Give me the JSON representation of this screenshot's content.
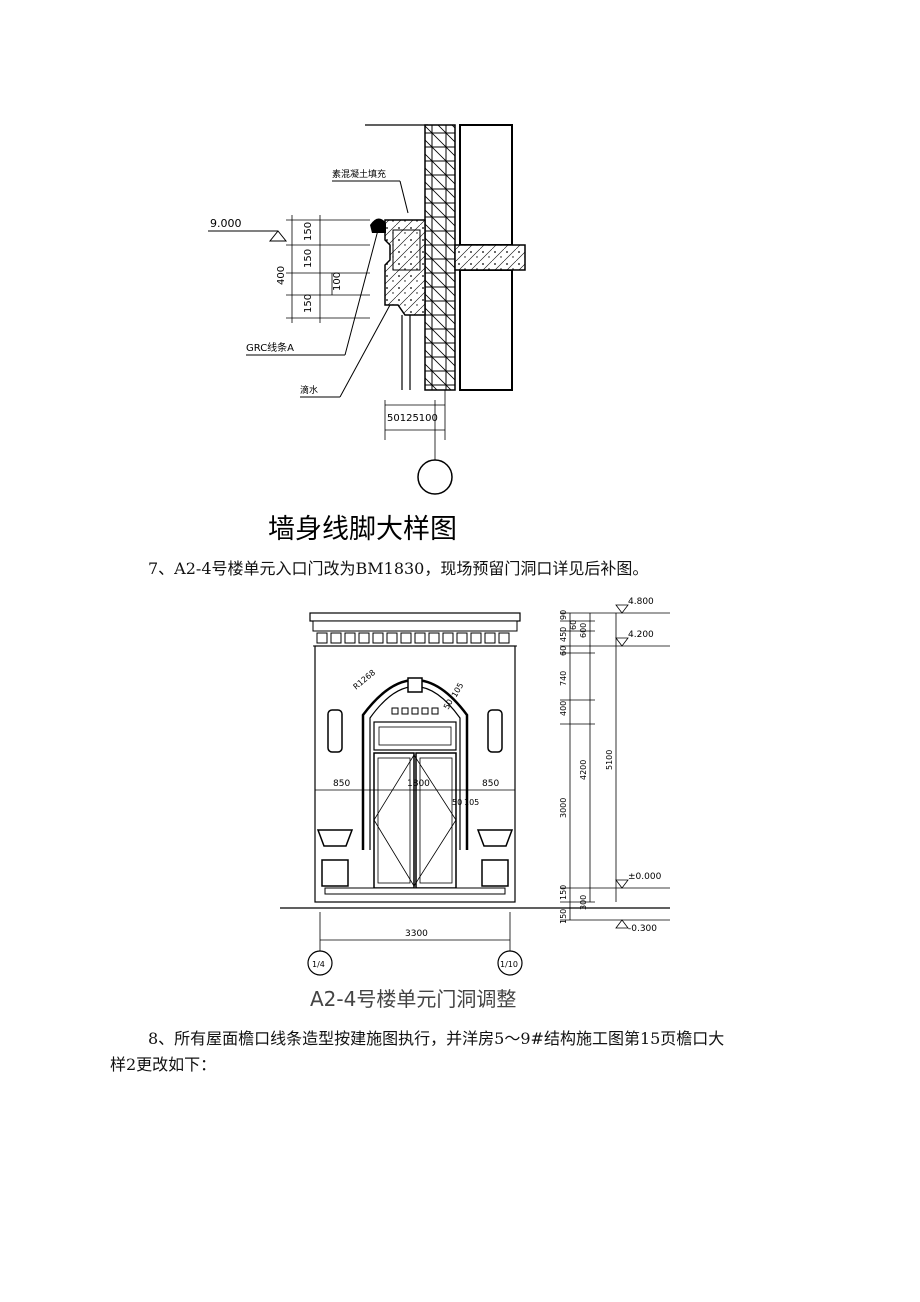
{
  "figure1": {
    "caption": "墙身线脚大样图",
    "labels": {
      "concrete_note": "素混凝土填充",
      "elevation": "9.000",
      "dim_150a": "150",
      "dim_150b": "150",
      "dim_150c": "150",
      "dim_400": "400",
      "dim_100": "100",
      "grc": "GRC线条A",
      "drip": "滴水",
      "bottom_dims": "50125100"
    }
  },
  "paragraph7": "7、A2-4号楼单元入口门改为BM1830，现场预留门洞口详见后补图。",
  "figure2": {
    "caption": "A2-4号楼单元门洞调整",
    "labels": {
      "elev_top": "4.800",
      "elev_mid": "4.200",
      "elev_zero": "±0.000",
      "elev_neg": "-0.300",
      "d90": "90",
      "d450": "450",
      "d60a": "60",
      "d600": "600",
      "d60b": "60",
      "d740": "740",
      "d400": "400",
      "d4200": "4200",
      "d5100": "5100",
      "d3000": "3000",
      "d150a": "150",
      "d300": "300",
      "d150b": "150",
      "w850l": "850",
      "w1800": "1800",
      "w850r": "850",
      "w3300": "3300",
      "arc_r": "R1268",
      "arc_w": "50",
      "arc_w2": "105",
      "side_a": "50",
      "side_b": "105",
      "axis_l": "1/4",
      "axis_r": "1/10"
    }
  },
  "paragraph8": "8、所有屋面檐口线条造型按建施图执行，并洋房5～9#结构施工图第15页檐口大",
  "paragraph8b": "样2更改如下："
}
